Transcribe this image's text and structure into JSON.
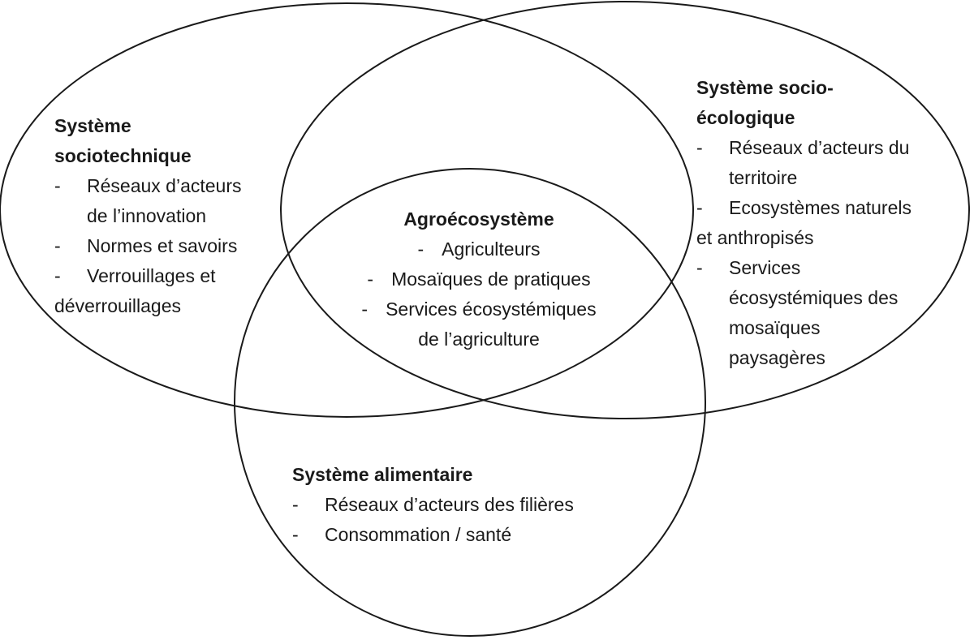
{
  "sociotechnique": {
    "title_line1": "Système",
    "title_line2": "sociotechnique",
    "items": [
      {
        "line1": "Réseaux d’acteurs",
        "line2": "de l’innovation"
      },
      {
        "line1": "Normes et savoirs"
      },
      {
        "line1": "Verrouillages et",
        "line2": "déverrouillages"
      }
    ]
  },
  "socio_ecologique": {
    "title_line1": "Système socio-",
    "title_line2": "écologique",
    "items": [
      {
        "line1": "Réseaux d’acteurs du",
        "line2": "territoire"
      },
      {
        "line1": "Ecosystèmes naturels",
        "line2": "et anthropisés"
      },
      {
        "line1": "Services",
        "line2": "écosystémiques des",
        "line3": "mosaïques",
        "line4": "paysagères"
      }
    ]
  },
  "agroecosysteme": {
    "title": "Agroécosystème",
    "items": [
      {
        "line1": "Agriculteurs"
      },
      {
        "line1": "Mosaïques de pratiques"
      },
      {
        "line1": "Services écosystémiques",
        "line2": "de l’agriculture"
      }
    ]
  },
  "alimentaire": {
    "title": "Système alimentaire",
    "items": [
      {
        "line1": "Réseaux d’acteurs des filières"
      },
      {
        "line1": "Consommation / santé"
      }
    ]
  },
  "dash": "-",
  "colors": {
    "stroke": "#1a1a1a",
    "background": "#ffffff"
  }
}
